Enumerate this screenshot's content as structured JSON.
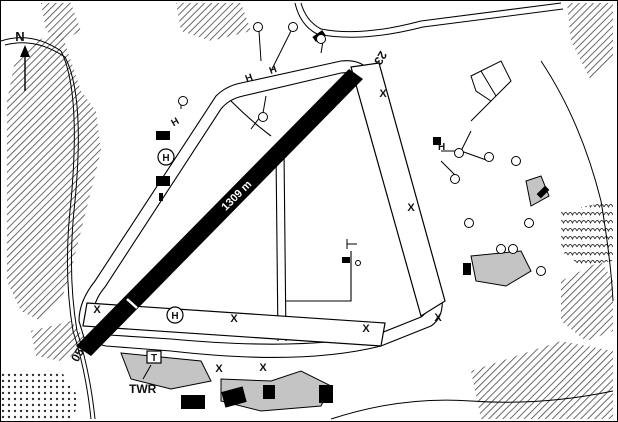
{
  "map": {
    "north_label": "N",
    "runway_end_sw": "05",
    "runway_end_ne": "23",
    "runway_length": "1309 m",
    "heliport_symbol": "H",
    "tower_label": "TWR",
    "tower_symbol": "T",
    "helipad_markings": [
      "H",
      "H",
      "H",
      "H"
    ],
    "closed_marker": "X",
    "colors": {
      "runway": "#000000",
      "paved_area": "#bdbdbd",
      "background": "#ffffff",
      "hatch": "#555555"
    }
  }
}
